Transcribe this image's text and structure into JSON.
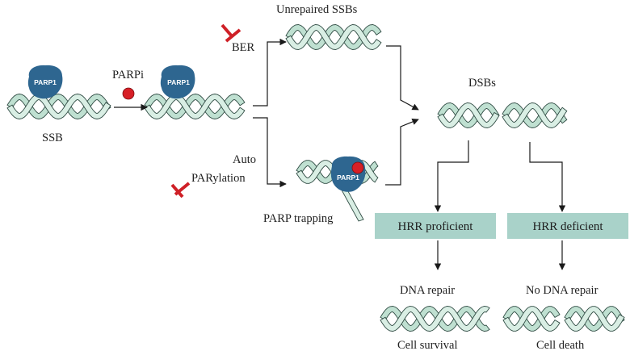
{
  "labels": {
    "parp1": "PARP1",
    "parpi": "PARPi",
    "ssb": "SSB",
    "unrepaired_ssbs": "Unrepaired SSBs",
    "ber": "BER",
    "auto": "Auto",
    "parylation": "PARylation",
    "parp_trapping": "PARP trapping",
    "dsbs": "DSBs",
    "hrr_proficient": "HRR proficient",
    "hrr_deficient": "HRR deficient",
    "dna_repair": "DNA repair",
    "no_dna_repair": "No DNA repair",
    "cell_survival": "Cell survival",
    "cell_death": "Cell death"
  },
  "colors": {
    "dna_fill": "#d9eee4",
    "dna_stroke": "#2f4b43",
    "parp_protein": "#2e6690",
    "parpi_dot": "#d71f26",
    "inhibitor": "#cf2027",
    "hrr_box": "#a9d2c9"
  }
}
